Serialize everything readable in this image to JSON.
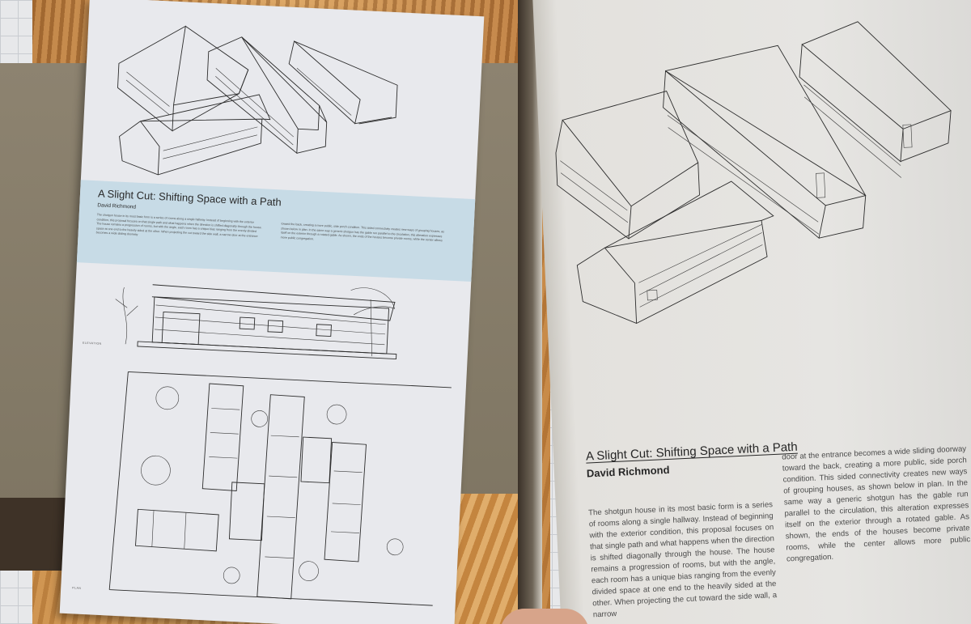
{
  "insert_card": {
    "title": "A Slight Cut: Shifting Space with a Path",
    "author": "David Richmond",
    "column_left": "The shotgun house in its most basic form is a series of rooms along a single hallway. Instead of beginning with the exterior condition, this proposal focuses on that single path and what happens when the direction is shifted diagonally through the house. The house remains a progression of rooms, but with the angle, each room has a unique bias ranging from the evenly divided space at one end to the heavily sided at the other. When projecting the cut toward the side wall, a narrow door at the entrance becomes a wide sliding doorway",
    "column_right": "toward the back, creating a more public, side porch condition. This sided connectivity creates new ways of grouping houses, as shown below in plan. In the same way a generic shotgun has the gable run parallel to the circulation, this alteration expresses itself on the exterior through a rotated gable. As shown, the ends of the houses become private rooms, while the center allows more public congregation.",
    "label_elevation": "ELEVATION",
    "label_plan": "PLAN"
  },
  "book_page": {
    "title": "A Slight Cut: Shifting Space with a Path",
    "author": "David Richmond",
    "column_left": "The shotgun house in its most basic form is a series of rooms along a single hallway. Instead of beginning with the exterior condition, this proposal focuses on that single path and what happens when the direction is shifted diagonally through the house. The house remains a progression of rooms, but with the angle, each room has a unique bias ranging from the evenly divided space at one end to the heavily sided at the other. When projecting the cut toward the side wall, a narrow",
    "column_right": "door at the entrance becomes a wide sliding doorway toward the back, creating a more public, side porch condition. This sided connectivity creates new ways of grouping houses, as shown below in plan. In the same way a generic shotgun has the gable run parallel to the circulation, this alteration expresses itself on the exterior through a rotated gable. As shown, the ends of the houses become private rooms, while the center allows more public congregation."
  },
  "colors": {
    "card_band": "#c7dbe6",
    "card_paper": "#e8e9ed",
    "page_paper": "#e6e5e2",
    "olive_page": "#8d8370",
    "wood": "#d29a55"
  }
}
